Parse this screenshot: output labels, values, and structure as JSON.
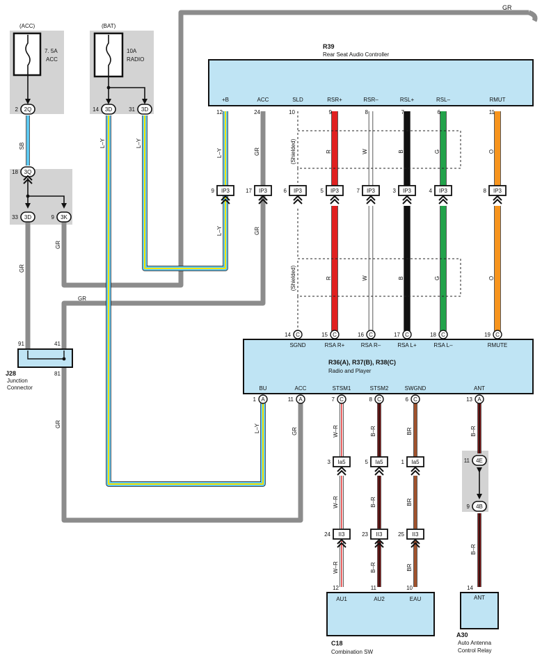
{
  "colors": {
    "box_fill": "#bfe4f4",
    "shade": "#d3d3d3",
    "gray_wire": "#8c8c8c",
    "red": "#e02020",
    "black": "#111111",
    "green": "#22a24a",
    "orange": "#f7941d",
    "brown": "#a0522d",
    "sky": "#5ec8f0",
    "yellow": "#f5e400",
    "dark_red": "#8b1a1a"
  },
  "wire_gr_top": "GR",
  "acc_fuse": {
    "title": "(ACC)",
    "rating": "7. 5A",
    "name": "ACC"
  },
  "bat_fuse": {
    "title": "(BAT)",
    "rating": "10A",
    "name": "RADIO"
  },
  "r39": {
    "code": "R39",
    "name": "Rear Seat Audio Controller",
    "pins": [
      "+B",
      "ACC",
      "SLD",
      "RSR+",
      "RSR–",
      "RSL+",
      "RSL–",
      "RMUT"
    ],
    "nums": [
      "12",
      "24",
      "10",
      "9",
      "8",
      "7",
      "6",
      "11"
    ]
  },
  "r36": {
    "code": "R36(A), R37(B), R38(C)",
    "name": "Radio and Player",
    "top_pins": [
      "SGND",
      "RSA R+",
      "RSA R–",
      "RSA L+",
      "RSA L–",
      "RMUTE"
    ],
    "top_nums": [
      "14",
      "15",
      "16",
      "17",
      "18",
      "19"
    ],
    "bot_pins": [
      "BU",
      "ACC",
      "STSM1",
      "STSM2",
      "SWGND",
      "ANT"
    ],
    "bot_nums": [
      "1",
      "11",
      "7",
      "8",
      "6",
      "13"
    ],
    "conn_c": "C",
    "conn_a": "A"
  },
  "j28": {
    "code": "J28",
    "name1": "Junction",
    "name2": "Connector",
    "pins": [
      "91",
      "41",
      "81"
    ]
  },
  "c18": {
    "code": "C18",
    "name": "Combination SW",
    "pins": [
      "AU1",
      "AU2",
      "EAU"
    ],
    "nums": [
      "12",
      "11",
      "10"
    ]
  },
  "a30": {
    "code": "A30",
    "name1": "Auto Antenna",
    "name2": "Control Relay",
    "pin": "ANT",
    "num": "14"
  },
  "ip3": {
    "label": "IP3",
    "nums": [
      "9",
      "17",
      "6",
      "5",
      "7",
      "3",
      "4",
      "8"
    ]
  },
  "ia5": {
    "label": "Ia5",
    "nums": [
      "3",
      "5",
      "1"
    ]
  },
  "ii3": {
    "label": "II3",
    "nums": [
      "24",
      "23",
      "25"
    ]
  },
  "small_conns": {
    "c2q": {
      "label": "2Q",
      "num": "2"
    },
    "c3q": {
      "label": "3Q",
      "num": "18"
    },
    "c3d_left": {
      "label": "3D",
      "num": "33"
    },
    "c3k": {
      "label": "3K",
      "num": "9"
    },
    "c3d_a": {
      "label": "3D",
      "num": "14"
    },
    "c3d_b": {
      "label": "3D",
      "num": "31"
    },
    "c4e": {
      "label": "4E",
      "num": "11"
    },
    "c4b": {
      "label": "4B",
      "num": "9"
    }
  },
  "wire_labels": {
    "sb": "SB",
    "gr": "GR",
    "ly": "L–Y",
    "r": "R",
    "w": "W",
    "b": "B",
    "g": "G",
    "o": "O",
    "shielded": "(Shielded)",
    "wr": "W–R",
    "br_red": "B–R",
    "br": "BR"
  }
}
